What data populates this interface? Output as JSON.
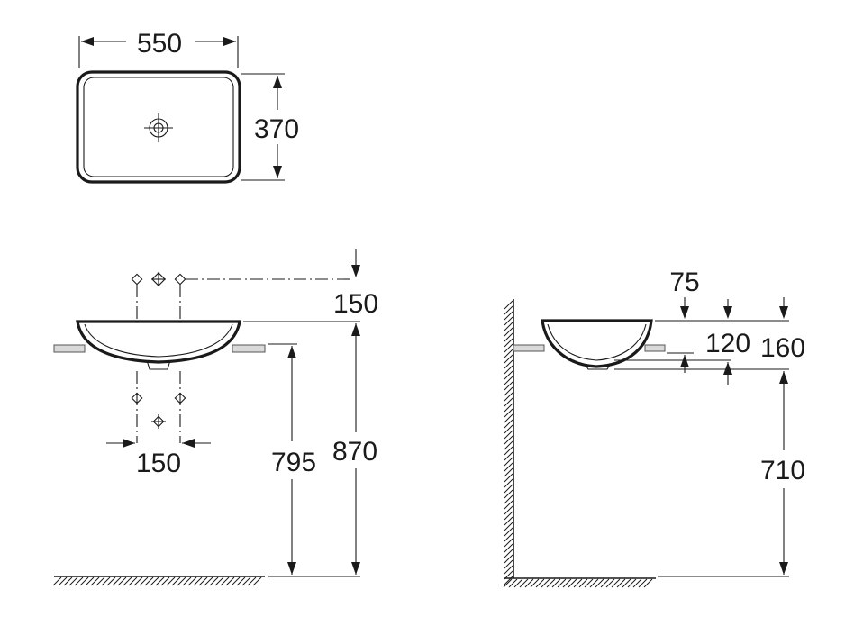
{
  "dimensions": {
    "top_width": "550",
    "top_depth": "370",
    "front_tap_height": "150",
    "front_counter_height": "795",
    "front_total_height": "870",
    "front_waste_spacing": "150",
    "side_rim_offset": "75",
    "side_depth": "120",
    "side_overall_depth": "160",
    "side_bottom_height": "710"
  },
  "colors": {
    "line": "#1a1a1a",
    "countertop": "#d9d9d9",
    "background": "#ffffff"
  }
}
